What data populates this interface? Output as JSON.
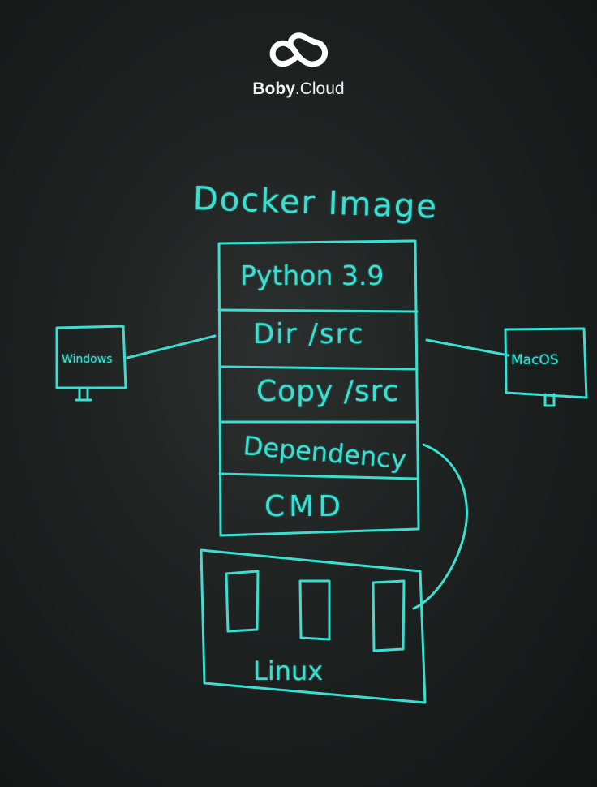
{
  "brand": {
    "name_bold": "Boby",
    "name_rest": ".Cloud"
  },
  "diagram": {
    "title": "Docker Image",
    "layers": [
      "Python 3.9",
      "Dir /src",
      "Copy /src",
      "Dependency",
      "CMD"
    ],
    "hosts": {
      "left": "Windows",
      "right": "MacOS",
      "base": "Linux"
    }
  },
  "colors": {
    "chalk": "#39e0d2",
    "board": "#1d2120",
    "logo": "#ffffff"
  },
  "icons": {
    "logo": "cloud-infinity-icon"
  }
}
